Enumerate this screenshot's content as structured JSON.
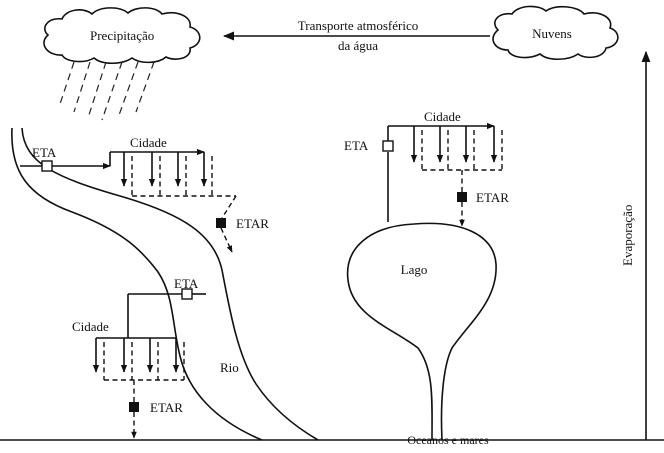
{
  "labels": {
    "precipitation": "Precipitação",
    "clouds": "Nuvens",
    "transport_line1": "Transporte atmosférico",
    "transport_line2": "da água",
    "evaporation": "Evaporação",
    "eta": "ETA",
    "etar": "ETAR",
    "city": "Cidade",
    "lake": "Lago",
    "river": "Rio",
    "ocean": "Oceanos e mares"
  }
}
